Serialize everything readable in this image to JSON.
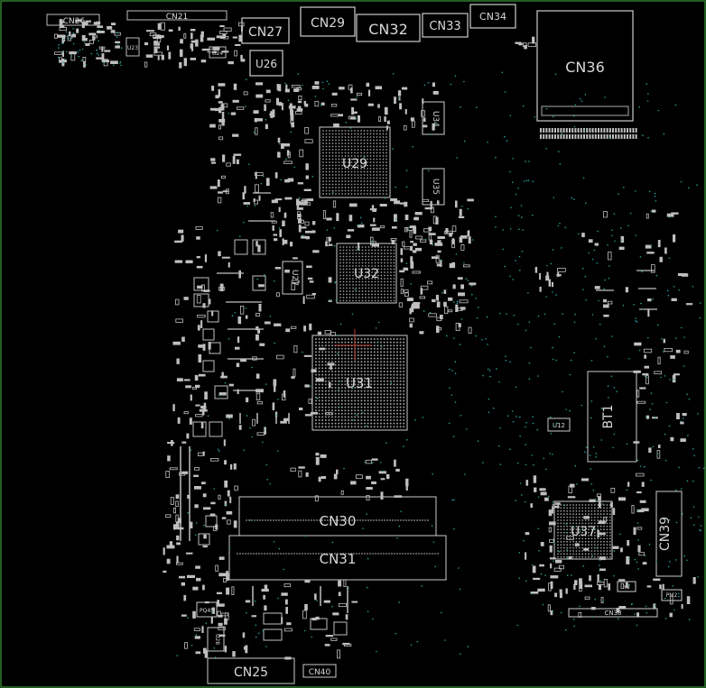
{
  "board": {
    "outline_color": "#2f7d2f",
    "silk_color": "#d8d8d8",
    "pad_color": "#bfbfbf",
    "via_color": "#2a9d9d"
  },
  "labels": {
    "cn21": "CN21",
    "cn26": "CN26",
    "u23": "U23",
    "u24": "U24",
    "cn27": "CN27",
    "u26": "U26",
    "cn29": "CN29",
    "cn32": "CN32",
    "cn33": "CN33",
    "cn34": "CN34",
    "cn36": "CN36",
    "u29": "U29",
    "u34": "U34",
    "u35": "U35",
    "u32": "U32",
    "u27": "U27",
    "u31": "U31",
    "bt1": "BT1",
    "u12": "U12",
    "u37": "U37",
    "cn39": "CN39",
    "cn30": "CN30",
    "cn31": "CN31",
    "cn25": "CN25",
    "cn40": "CN40",
    "cn38": "CN38",
    "y8": "Y8",
    "pm2": "PM2",
    "pq45": "PQ45",
    "u28": "U28"
  }
}
